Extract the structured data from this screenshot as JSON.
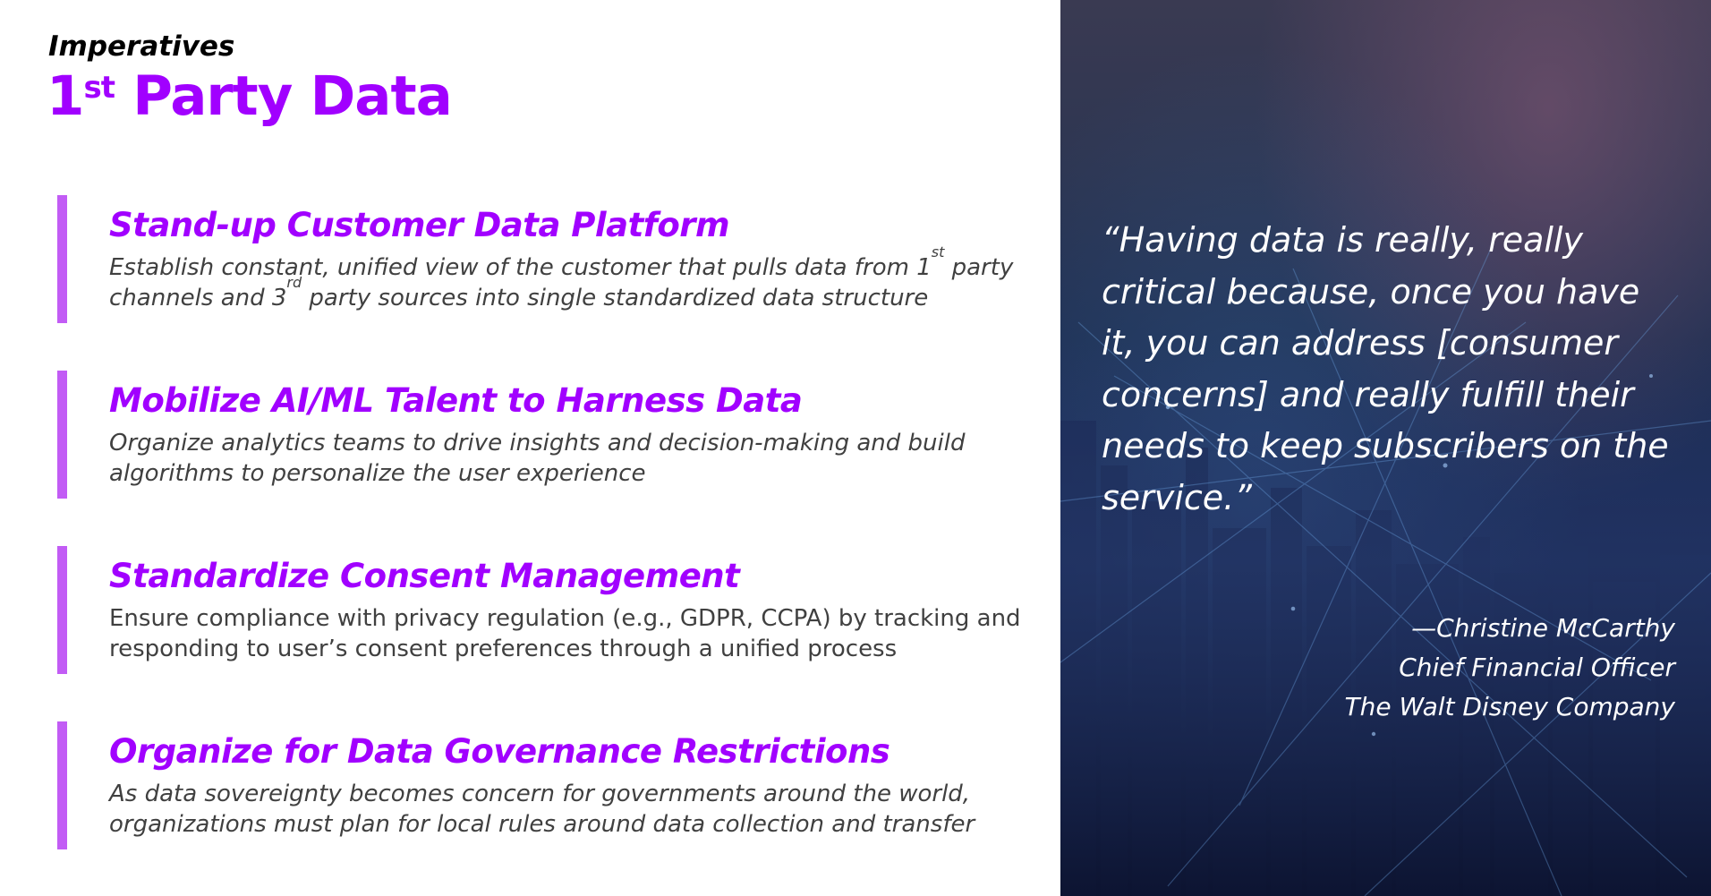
{
  "header": {
    "kicker": "Imperatives",
    "title_number": "1",
    "title_suffix": "st",
    "title_rest": " Party Data"
  },
  "imperatives": [
    {
      "title": "Stand-up Customer Data Platform",
      "body_part1": "Establish constant, unified view of the customer that pulls data from 1",
      "body_sup1": "st",
      "body_part2": " party channels and 3",
      "body_sup2": "rd",
      "body_part3": " party sources into single standardized data structure"
    },
    {
      "title": "Mobilize AI/ML Talent to Harness Data",
      "body": "Organize analytics teams to drive insights and decision-making and build algorithms to personalize the user experience"
    },
    {
      "title": "Standardize Consent Management",
      "body": "Ensure compliance with privacy regulation (e.g., GDPR, CCPA) by tracking and responding to user’s consent preferences through a unified process"
    },
    {
      "title": "Organize for Data Governance Restrictions",
      "body": "As data sovereignty becomes concern for governments around the world, organizations must plan for local rules around data collection and transfer"
    }
  ],
  "quote": {
    "text": "“Having data is really, really critical because, once you have it, you can address [consumer concerns] and really fulfill their needs to keep subscribers on the service.”",
    "author": "—Christine McCarthy",
    "role": "Chief Financial Officer",
    "company": "The Walt Disney Company"
  },
  "colors": {
    "accent": "#a100ff",
    "bar": "#c25cf5",
    "body_text": "#404040",
    "panel_dark": "#1a2a55"
  }
}
